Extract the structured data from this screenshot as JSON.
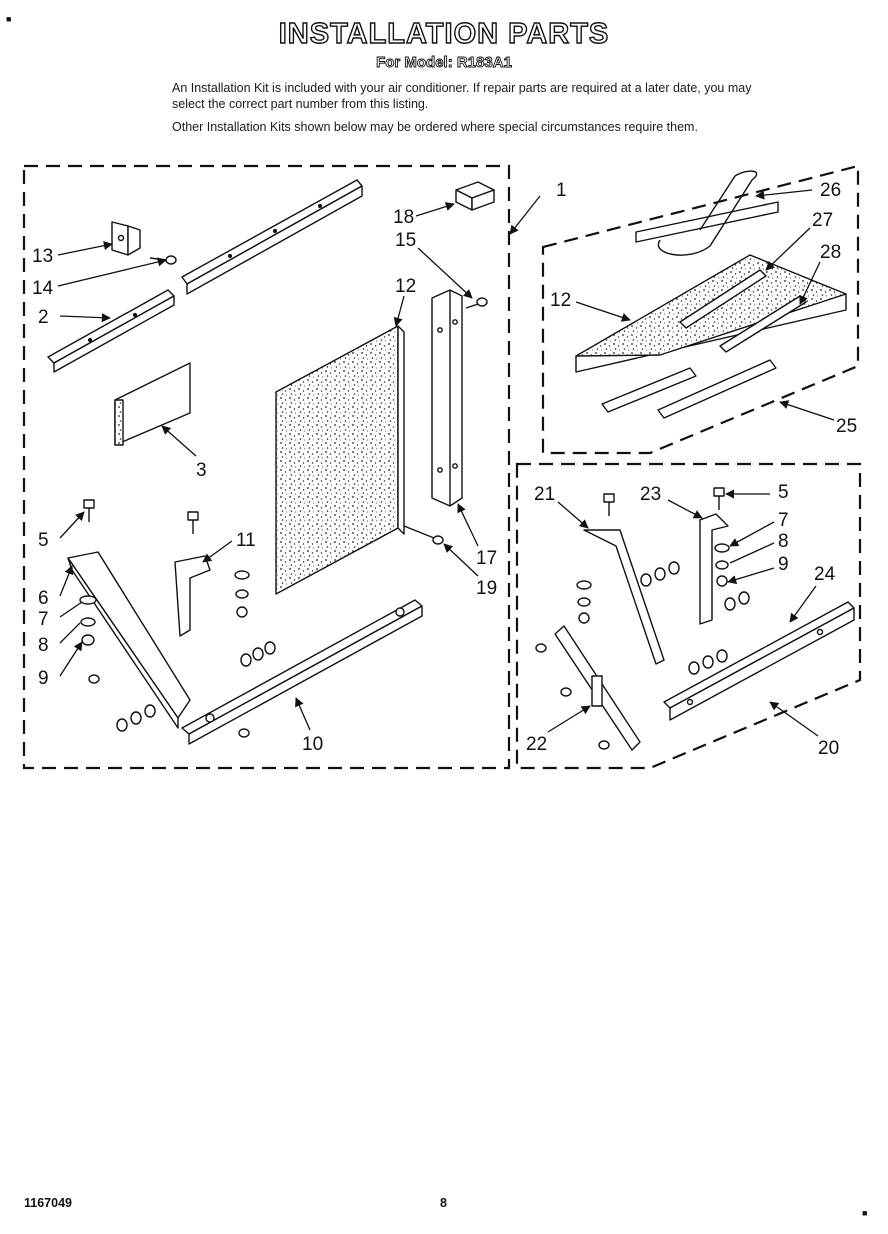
{
  "header": {
    "title": "INSTALLATION PARTS",
    "model": "For Model: R183A1"
  },
  "intro": {
    "p1": "An Installation Kit is included with your air conditioner. If repair parts are required at a later date, you may select the correct part number from this listing.",
    "p2": "Other Installation Kits shown below may be ordered where special circumstances require them."
  },
  "callouts": {
    "n1": "1",
    "n2": "2",
    "n3": "3",
    "n5a": "5",
    "n6": "6",
    "n7a": "7",
    "n8a": "8",
    "n9a": "9",
    "n10": "10",
    "n11": "11",
    "n12a": "12",
    "n13": "13",
    "n14": "14",
    "n15": "15",
    "n17": "17",
    "n18": "18",
    "n19": "19",
    "n26": "26",
    "n27": "27",
    "n28": "28",
    "n12b": "12",
    "n25": "25",
    "n21": "21",
    "n23": "23",
    "n5b": "5",
    "n7b": "7",
    "n8b": "8",
    "n9b": "9",
    "n24": "24",
    "n22": "22",
    "n20": "20"
  },
  "footer": {
    "doc_number": "1167049",
    "page_number": "8"
  }
}
